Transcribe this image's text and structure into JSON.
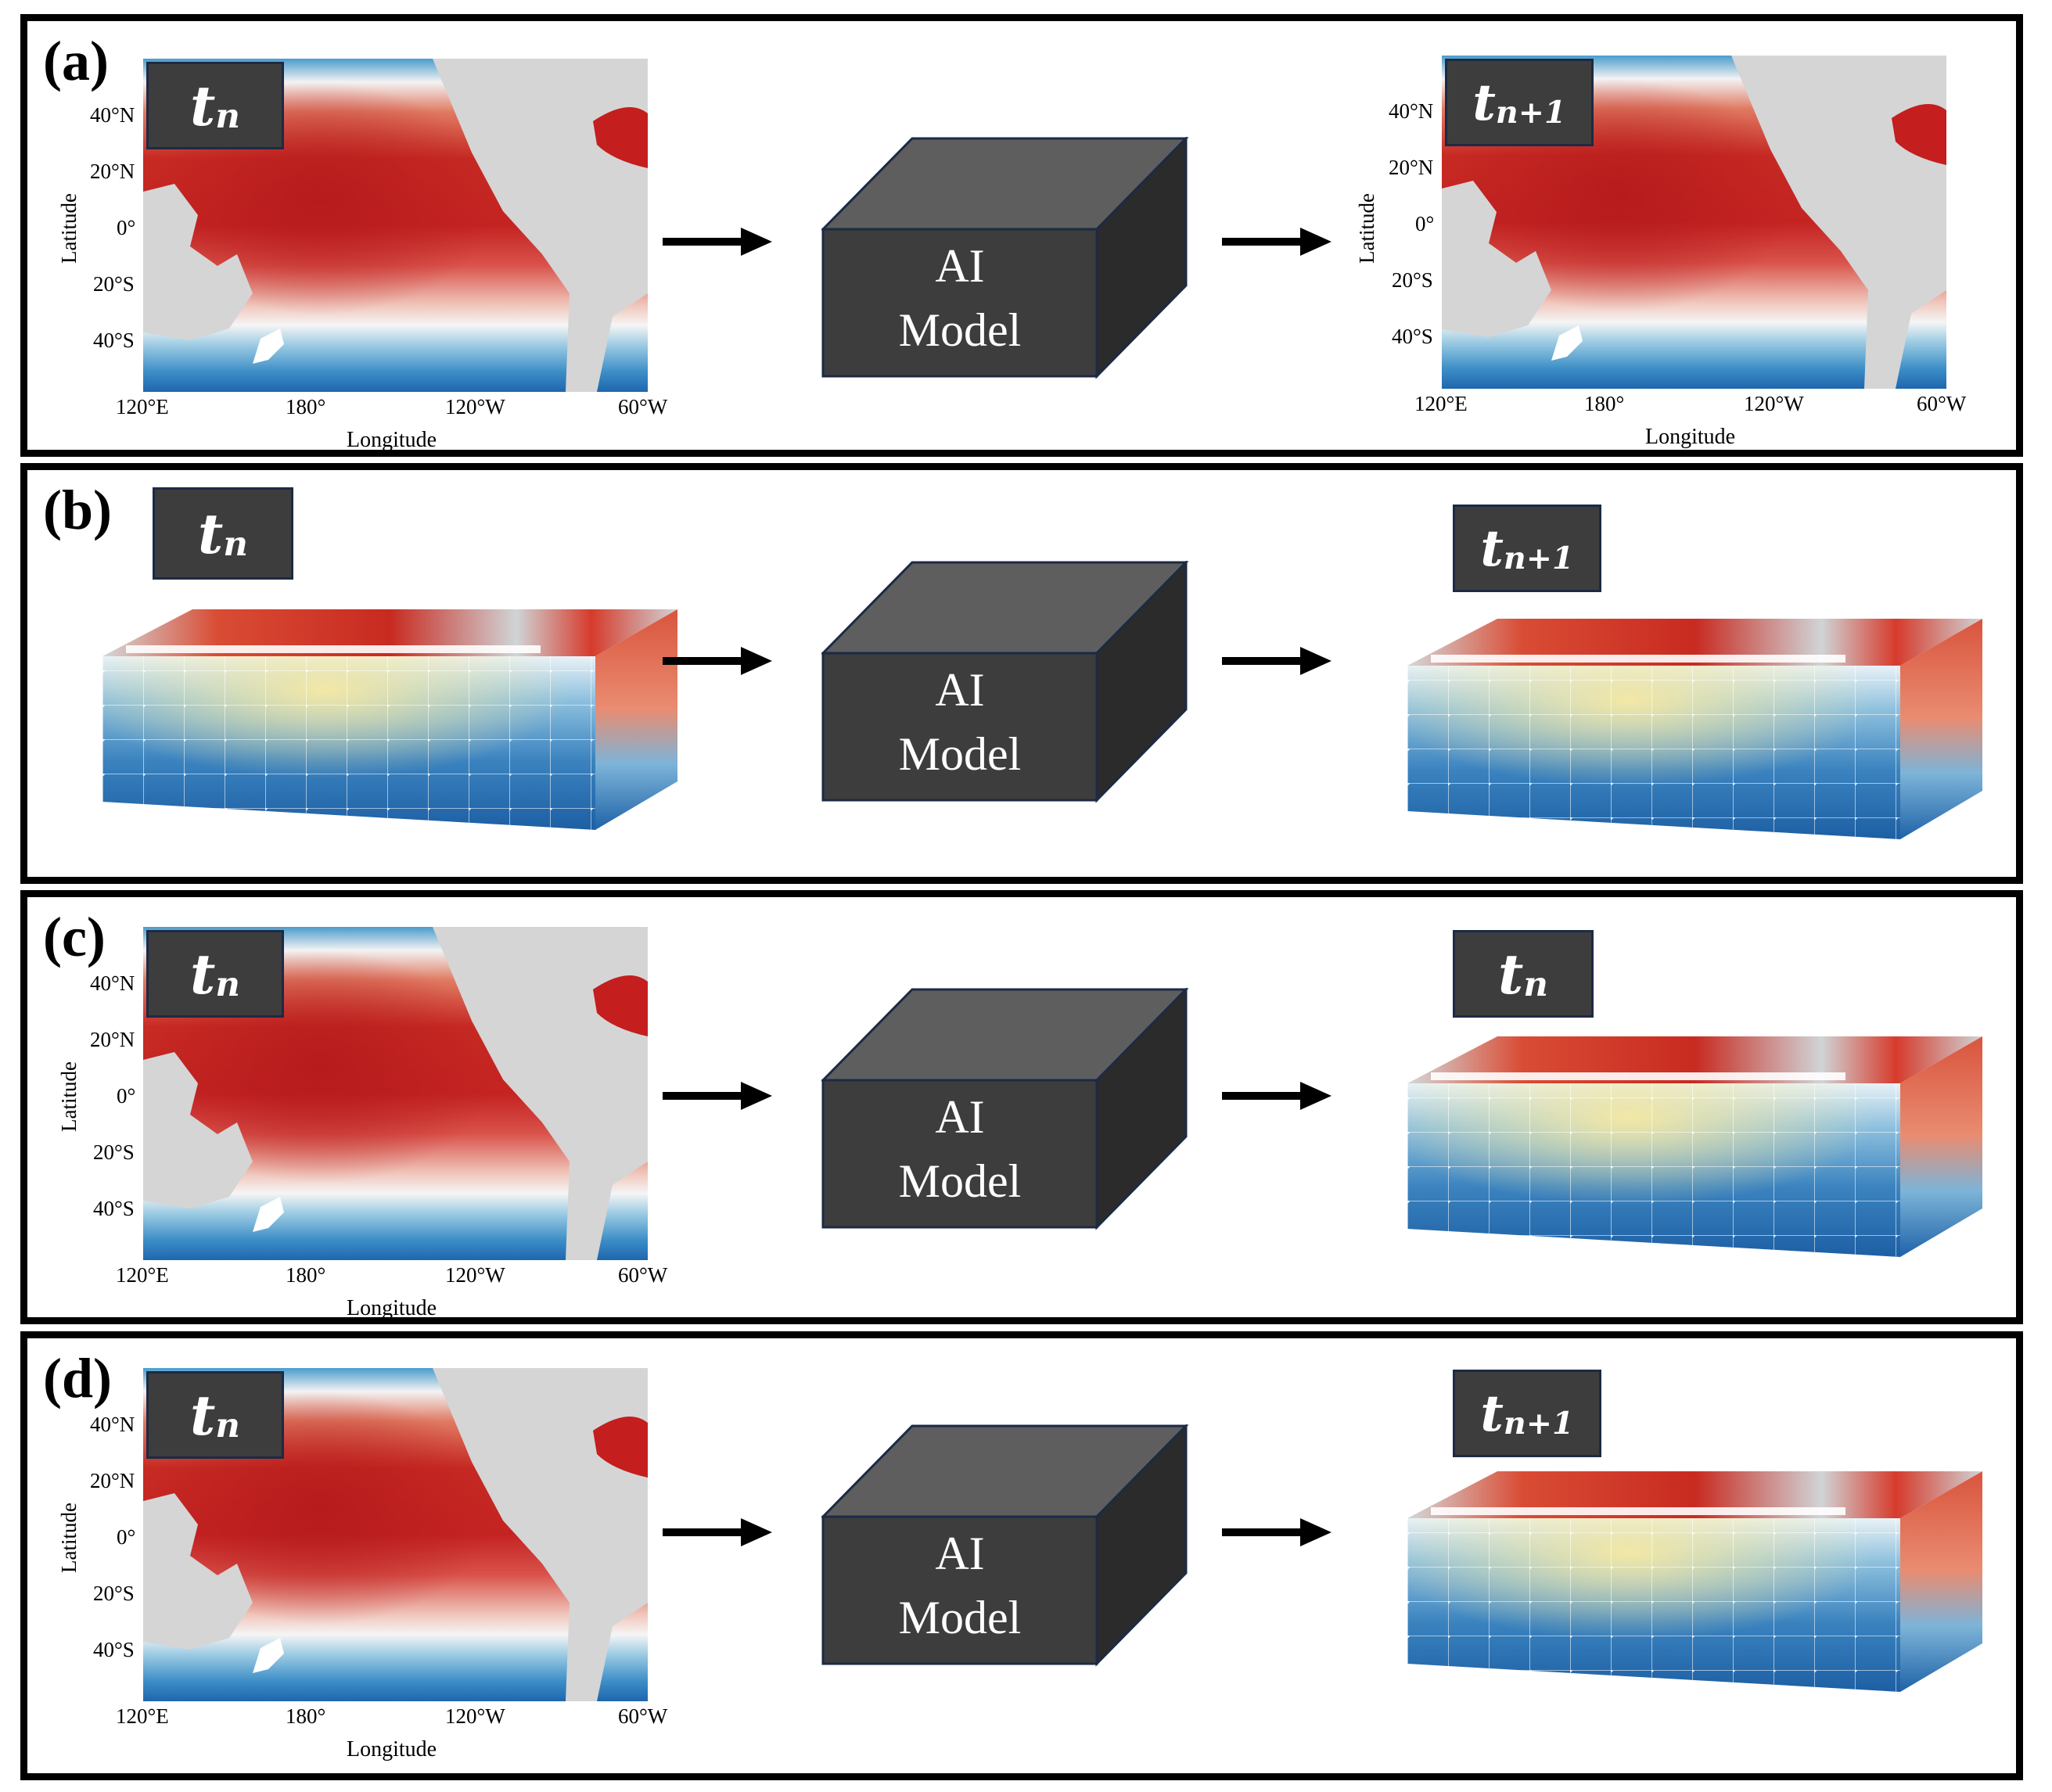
{
  "panels": [
    {
      "label": "(a)",
      "input_time": "t",
      "input_sub": "n",
      "output_time": "t",
      "output_sub": "n+1"
    },
    {
      "label": "(b)",
      "input_time": "t",
      "input_sub": "n",
      "output_time": "t",
      "output_sub": "n+1"
    },
    {
      "label": "(c)",
      "input_time": "t",
      "input_sub": "n",
      "output_time": "t",
      "output_sub": "n"
    },
    {
      "label": "(d)",
      "input_time": "t",
      "input_sub": "n",
      "output_time": "t",
      "output_sub": "n+1"
    }
  ],
  "model": {
    "line1": "AI",
    "line2": "Model"
  },
  "map_axes": {
    "ylabel": "Latitude",
    "xlabel": "Longitude",
    "lat_ticks": [
      "40°N",
      "20°N",
      "0°",
      "20°S",
      "40°S"
    ],
    "lon_ticks": [
      "120°E",
      "180°",
      "120°W",
      "60°W"
    ]
  },
  "colors": {
    "model_face": "#3d3d3d",
    "model_top": "#5e5e5e",
    "model_side": "#2b2b2b",
    "ocean_warm": "#c41e1e",
    "ocean_cold": "#1a6fb5",
    "land": "#d5d5d5"
  }
}
